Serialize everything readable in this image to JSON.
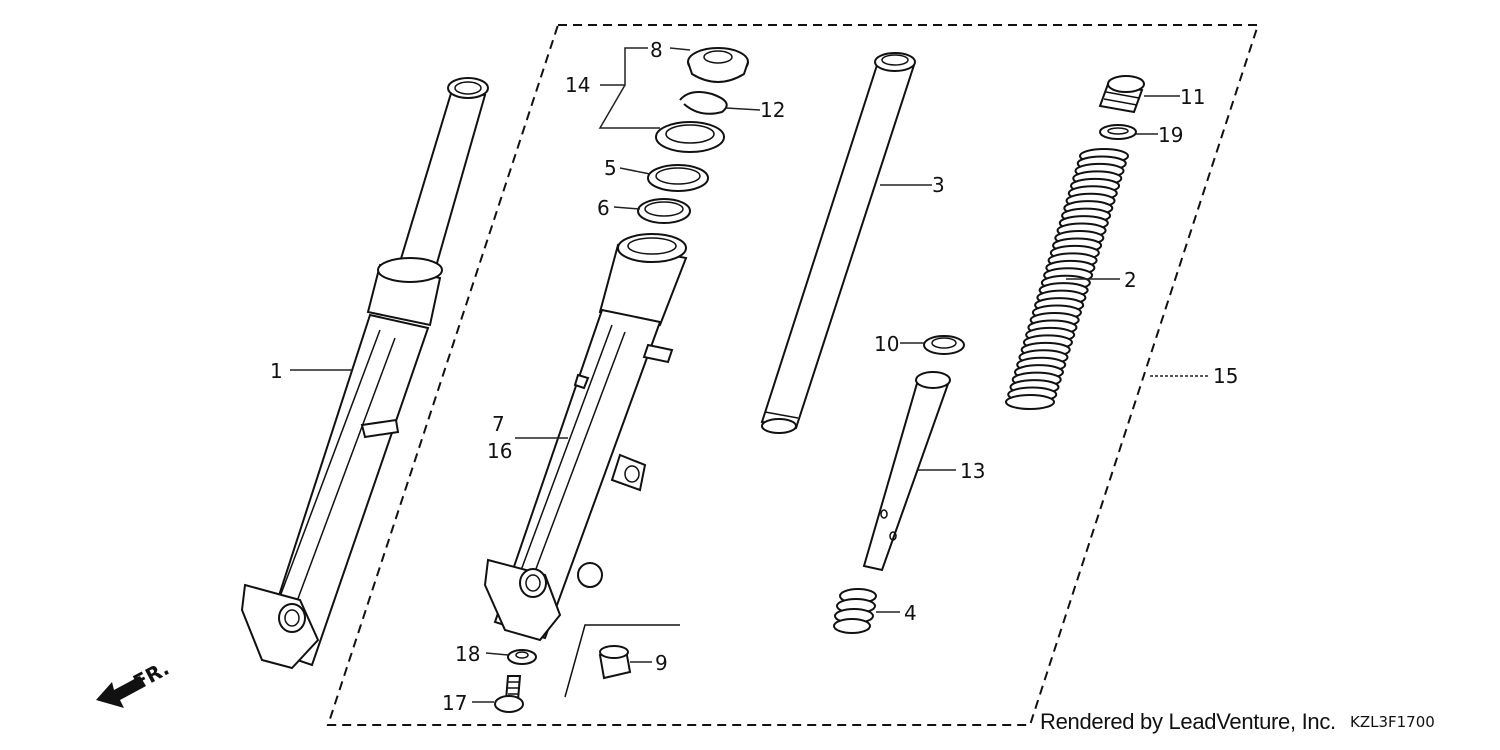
{
  "callouts": {
    "c1": "1",
    "c2": "2",
    "c3": "3",
    "c4": "4",
    "c5": "5",
    "c6": "6",
    "c7": "7",
    "c8": "8",
    "c9": "9",
    "c10": "10",
    "c11": "11",
    "c12": "12",
    "c13": "13",
    "c14": "14",
    "c15": "15",
    "c16": "16",
    "c17": "17",
    "c18": "18",
    "c19": "19"
  },
  "direction_label": "FR.",
  "footer": {
    "credit": "Rendered by LeadVenture, Inc.",
    "code": "KZL3F1700"
  }
}
